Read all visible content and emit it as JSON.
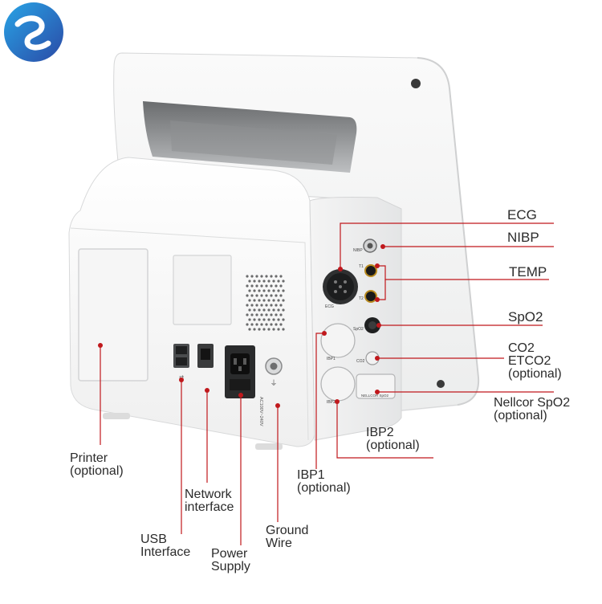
{
  "diagram": {
    "device": "patient-monitor-rear-view",
    "callout_color": "#c0181c",
    "labels": {
      "ecg": "ECG",
      "nibp": "NIBP",
      "temp": "TEMP",
      "spo2": "SpO2",
      "co2_line1": "CO2",
      "co2_line2": "ETCO2",
      "co2_line3": "(optional)",
      "nellcor_line1": "Nellcor SpO2",
      "nellcor_line2": "(optional)",
      "ibp2_line1": "IBP2",
      "ibp2_line2": "(optional)",
      "ibp1_line1": "IBP1",
      "ibp1_line2": "(optional)",
      "printer_line1": "Printer",
      "printer_line2": "(optional)",
      "network_line1": "Network",
      "network_line2": "interface",
      "usb_line1": "USB",
      "usb_line2": "Interface",
      "power_line1": "Power",
      "power_line2": "Supply",
      "ground_line1": "Ground",
      "ground_line2": "Wire"
    },
    "panel_text": {
      "nibp_port": "NIBP",
      "t1": "T1",
      "t2": "T2",
      "spo2_port": "SpO2",
      "co2_port": "CO2",
      "ecg_port": "ECG",
      "ibp1_port": "IBP1",
      "ibp2_port": "IBP2",
      "nellcor_port": "NELLCOR SpO2",
      "power_rating": "AC100V~240V"
    }
  }
}
